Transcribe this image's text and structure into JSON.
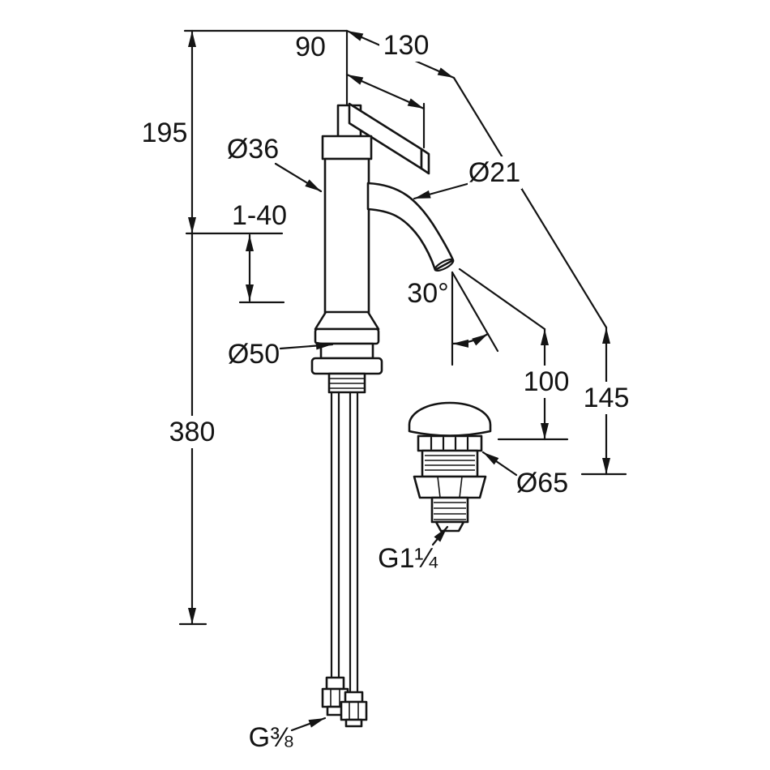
{
  "meta": {
    "background": "#ffffff",
    "line_color": "#141414"
  },
  "drawing": {
    "labels": {
      "spout_height": "195",
      "handle_reach": "90",
      "spout_reach": "130",
      "body_diameter": "Ø36",
      "spout_tube_diameter": "Ø21",
      "mounting_range": "1-40",
      "spout_angle": "30°",
      "base_diameter": "Ø50",
      "outlet_clearance": "100",
      "total_outlet_height": "145",
      "hose_length": "380",
      "waste_cap_diameter": "Ø65",
      "waste_thread": "G1¼",
      "supply_thread": "G⅜"
    }
  }
}
